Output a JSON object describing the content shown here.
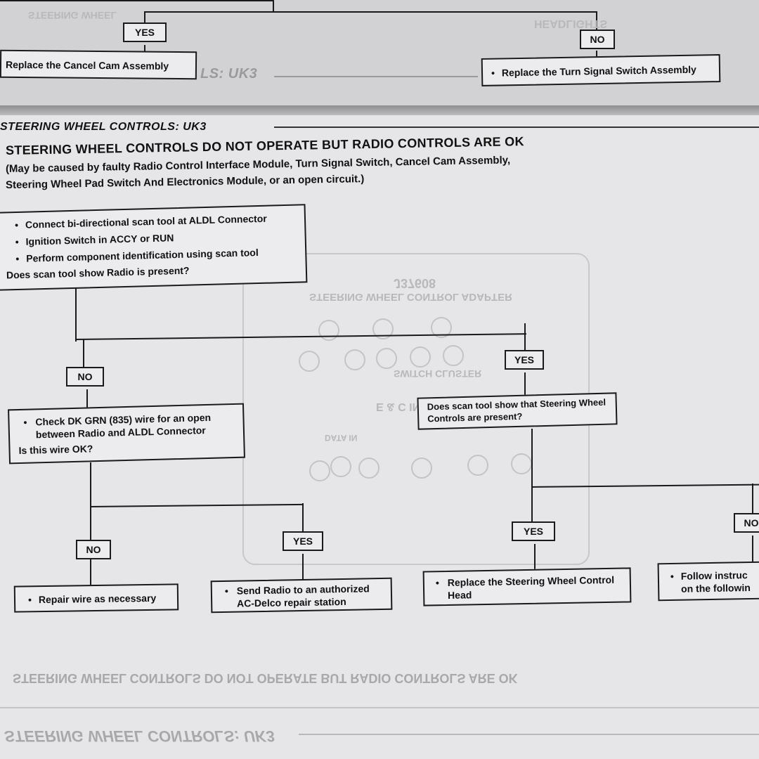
{
  "top_section": {
    "yes_label": "YES",
    "no_label": "NO",
    "cancel_cam_box": "Replace the Cancel Cam Assembly",
    "turn_signal_box": "Replace the Turn Signal Switch Assembly",
    "section_heading_partial": "LS: UK3"
  },
  "section_heading": "STEERING WHEEL CONTROLS: UK3",
  "title": "STEERING WHEEL CONTROLS DO NOT OPERATE BUT RADIO CONTROLS ARE OK",
  "subtitle_line1": "(May be caused by faulty Radio Control Interface Module, Turn Signal Switch, Cancel Cam Assembly,",
  "subtitle_line2": "Steering Wheel Pad Switch And Electronics Module, or an open circuit.)",
  "step1": {
    "bullets": [
      "Connect bi-directional scan tool at ALDL Connector",
      "Ignition Switch in ACCY or RUN",
      "Perform component identification using scan tool"
    ],
    "question": "Does scan tool show Radio is present?"
  },
  "branch_left": {
    "no_label": "NO",
    "bullet": "Check DK GRN (835) wire for an open between Radio and ALDL Connector",
    "question": "Is this wire OK?",
    "no2_label": "NO",
    "yes2_label": "YES",
    "repair_box": "Repair wire as necessary",
    "send_box": "Send Radio to an authorized AC-Delco repair station"
  },
  "branch_right": {
    "yes_label": "YES",
    "question": "Does scan tool show that Steering Wheel Controls are present?",
    "yes2_label": "YES",
    "no2_label": "NO",
    "replace_box": "Replace the Steering Wheel Control Head",
    "follow_box_line1": "Follow instruc",
    "follow_box_line2": "on the followin"
  },
  "bottom_heading_mirror": "STEERING WHEEL CONTROLS: UK3",
  "bleed_through": {
    "adapter_label": "J37608",
    "steering_wheel_control_adapter": "STEERING WHEEL CONTROL ADAPTER",
    "switch_cluster": "SWITCH CLUSTER",
    "data_in": "DATA IN",
    "e_c_interface": "E & C INTERFACE"
  },
  "colors": {
    "paper": "#e6e6e8",
    "ink": "#111111",
    "box_fill": "#ececee"
  }
}
